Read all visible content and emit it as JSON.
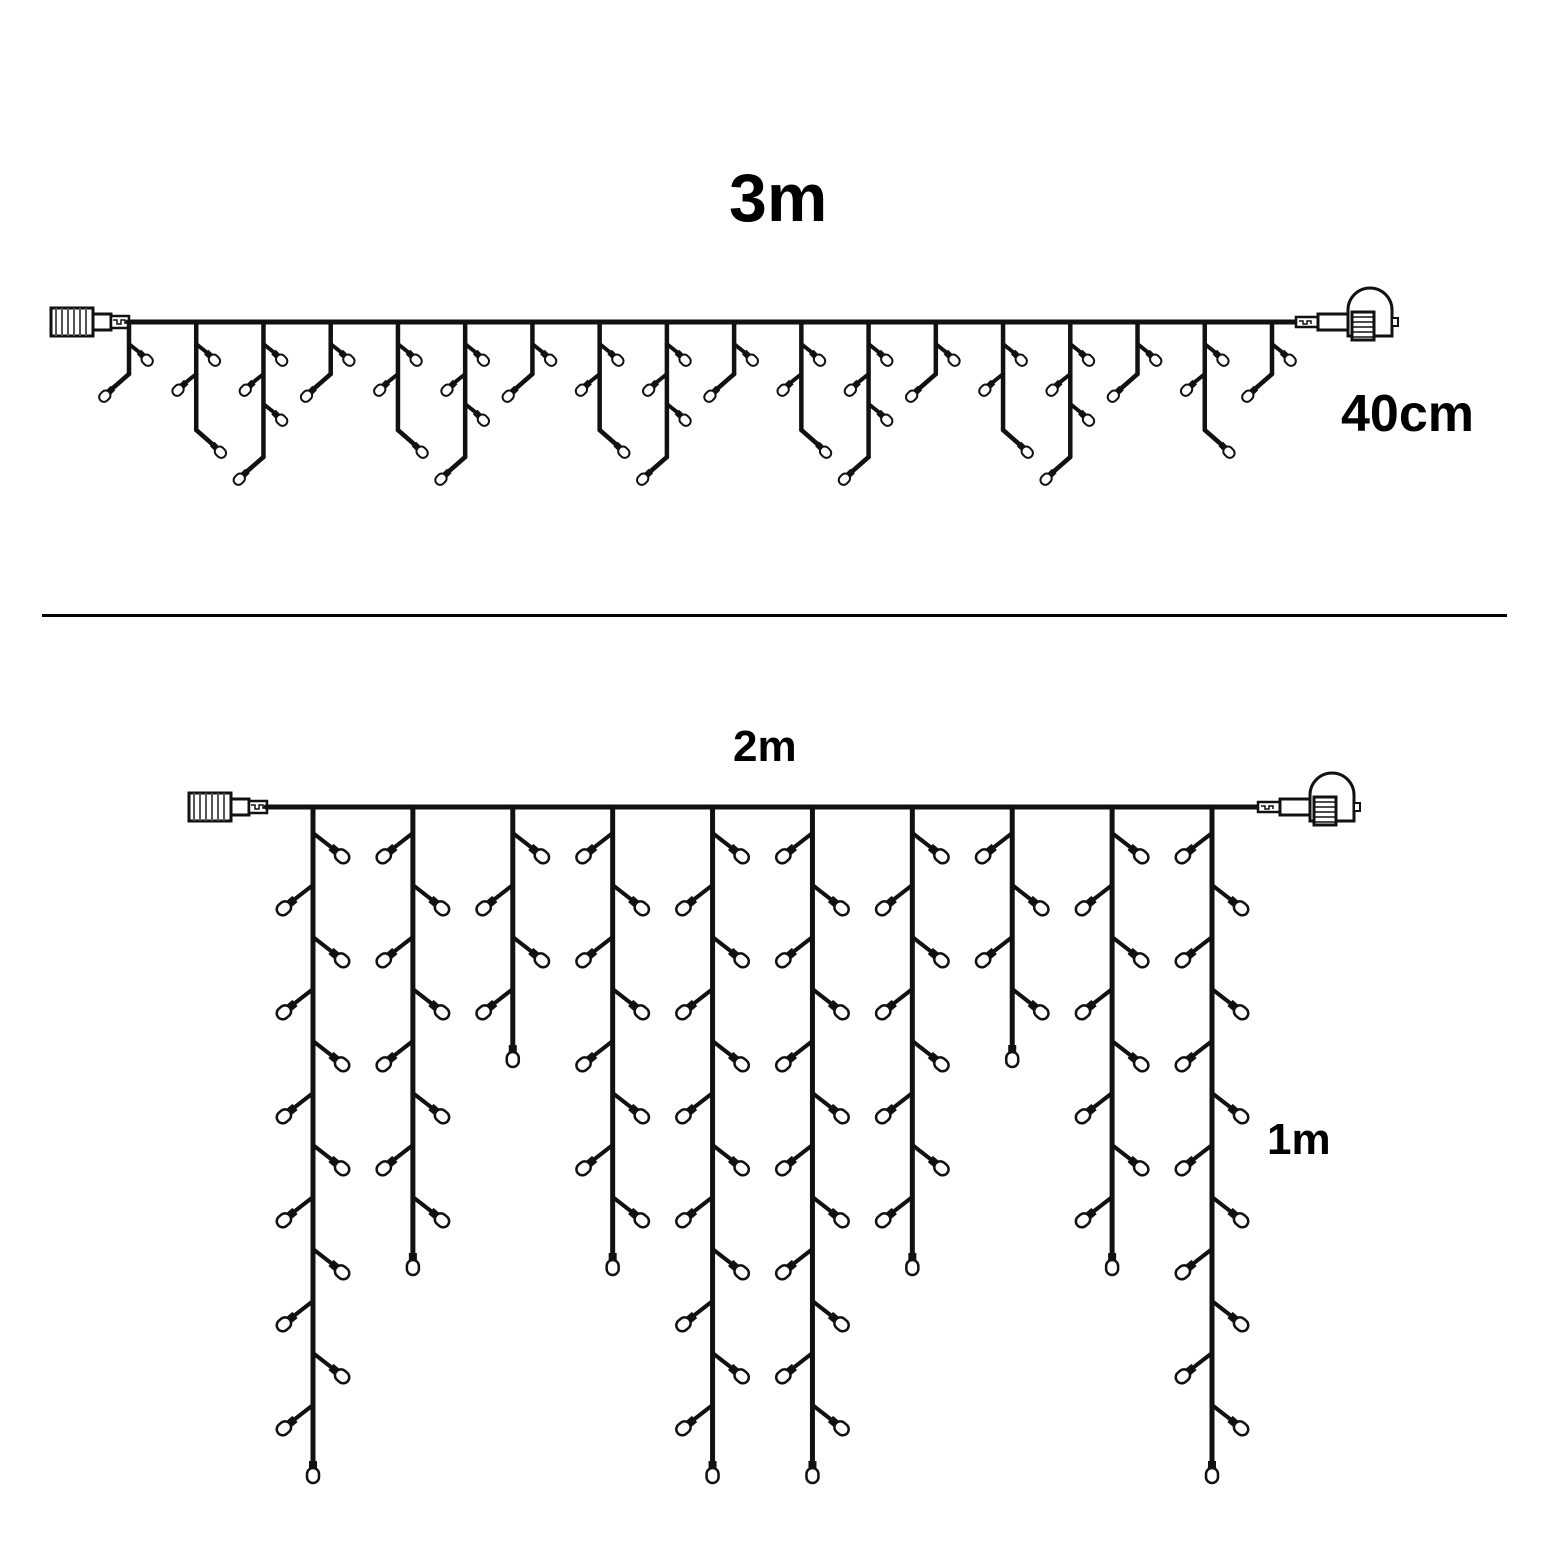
{
  "labels": {
    "top_width": "3m",
    "top_drop": "40cm",
    "bottom_width": "2m",
    "bottom_drop": "1m"
  },
  "colors": {
    "wire": "#111111",
    "bulb": "#ffffff",
    "background": "#ffffff"
  },
  "icons": [
    "plug-connector-icon",
    "socket-connector-icon",
    "led-bulb-icon"
  ],
  "strings": {
    "top": {
      "strands": 18,
      "bulbs_per_strand_pattern": [
        2,
        3,
        4,
        2,
        3,
        4,
        2,
        3,
        4,
        2,
        3,
        4,
        2,
        3,
        4,
        2,
        3,
        2
      ]
    },
    "bottom": {
      "strands": 10,
      "bulbs_per_strand_pattern": [
        12,
        8,
        4,
        8,
        12,
        12,
        8,
        4,
        8,
        12
      ]
    }
  }
}
